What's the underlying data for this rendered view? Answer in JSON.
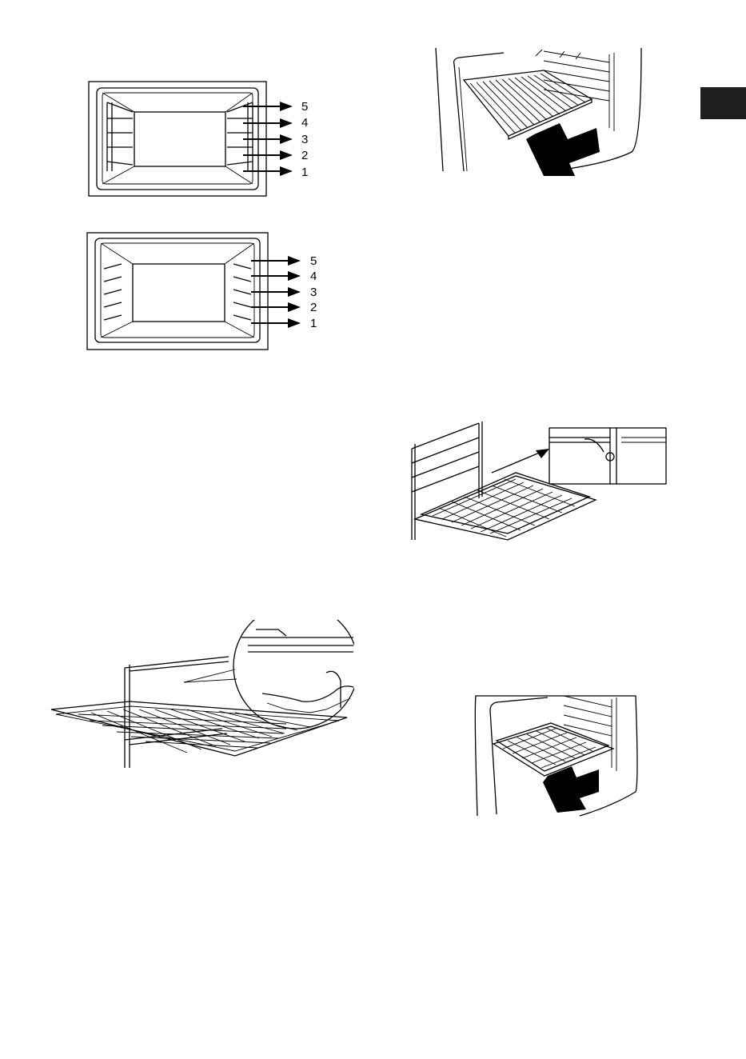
{
  "side_tab": {
    "color": "#1f1f1f"
  },
  "figures": {
    "levels_wire_guides": {
      "labels": [
        "5",
        "4",
        "3",
        "2",
        "1"
      ]
    },
    "levels_embossed": {
      "labels": [
        "5",
        "4",
        "3",
        "2",
        "1"
      ]
    },
    "insert_rack_arrow": {
      "icon": "push-arrow-icon"
    },
    "tray_stop_detail": {
      "icon": "zoom-callout-icon"
    },
    "wire_shelf_detail": {
      "icon": "zoom-callout-icon"
    },
    "insert_tray_arrow": {
      "icon": "push-arrow-icon"
    }
  }
}
